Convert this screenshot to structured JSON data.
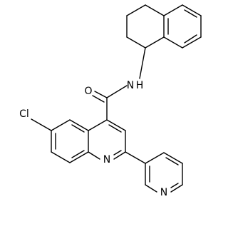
{
  "molecule": {
    "atoms": {
      "oxygen": "O",
      "amide_nitrogen": "N",
      "amide_hydrogen": "H",
      "chlorine": "Cl",
      "quinoline_nitrogen": "N",
      "pyridine_nitrogen": "N"
    }
  },
  "colors": {
    "bond": "#000000",
    "text": "#000000",
    "background": "#ffffff"
  }
}
